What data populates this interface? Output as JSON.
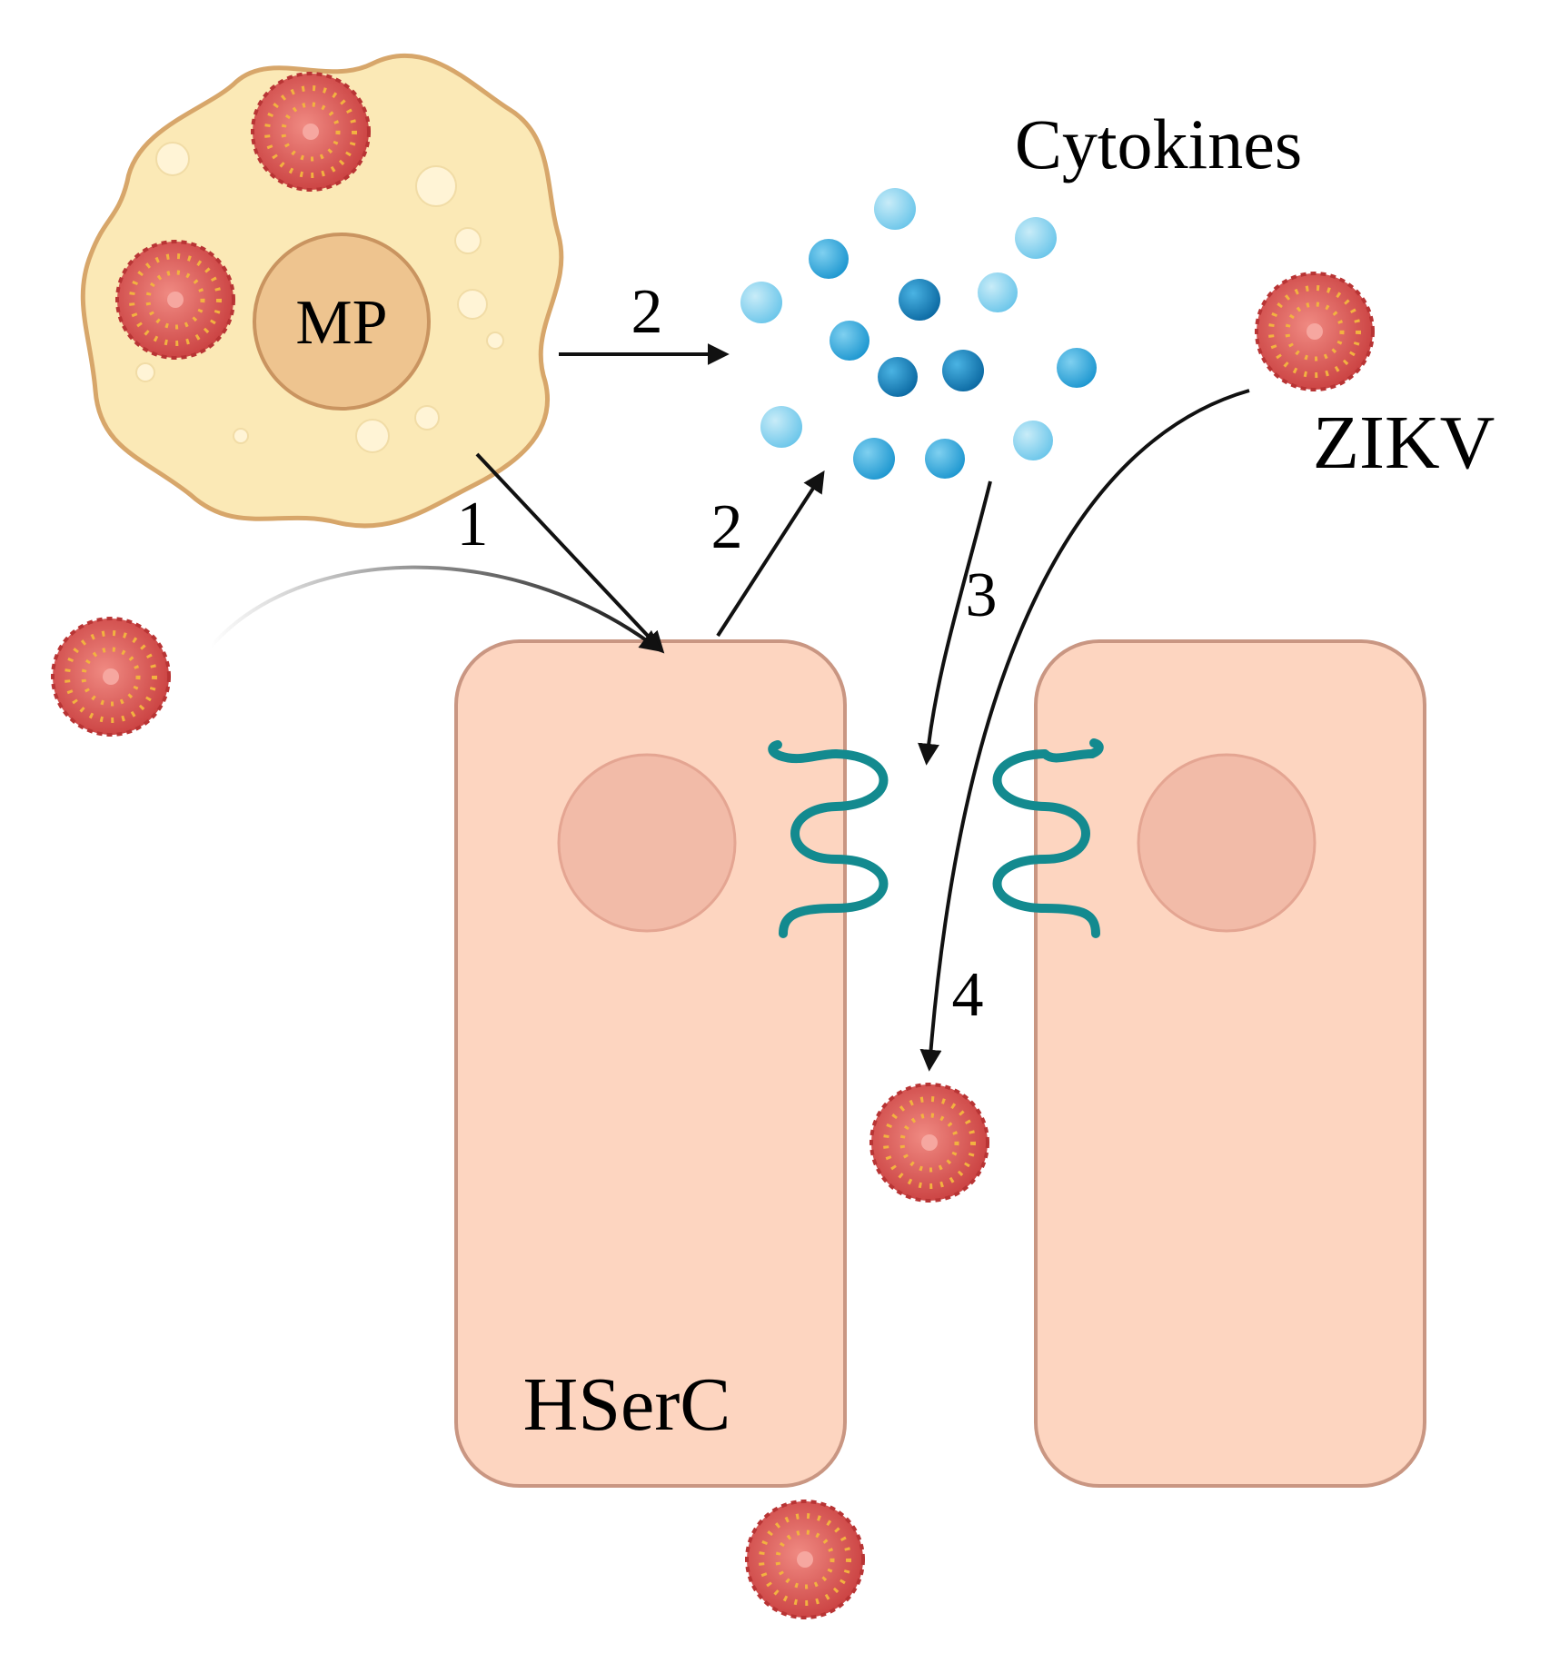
{
  "labels": {
    "macrophage": "MP",
    "cytokines": "Cytokines",
    "virus": "ZIKV",
    "sertoli_cell": "HSerC"
  },
  "steps": {
    "step1": "1",
    "step2_from_mp": "2",
    "step2_from_sertoli": "2",
    "step3": "3",
    "step4": "4"
  },
  "colors": {
    "macrophage_body": "#fbe9b6",
    "macrophage_outline": "#d7a66a",
    "macrophage_nucleus": "#eec48f",
    "sertoli_cell": "#fdd5c0",
    "sertoli_outline": "#c99682",
    "sertoli_nucleus": "#f2bba8",
    "virus": "#d94f4f",
    "virus_spikes": "#f2b240",
    "cytokine_light": "#86d2ee",
    "cytokine_mid": "#2fa6d8",
    "cytokine_dark": "#137cb5",
    "tight_junction": "#138a8f"
  }
}
